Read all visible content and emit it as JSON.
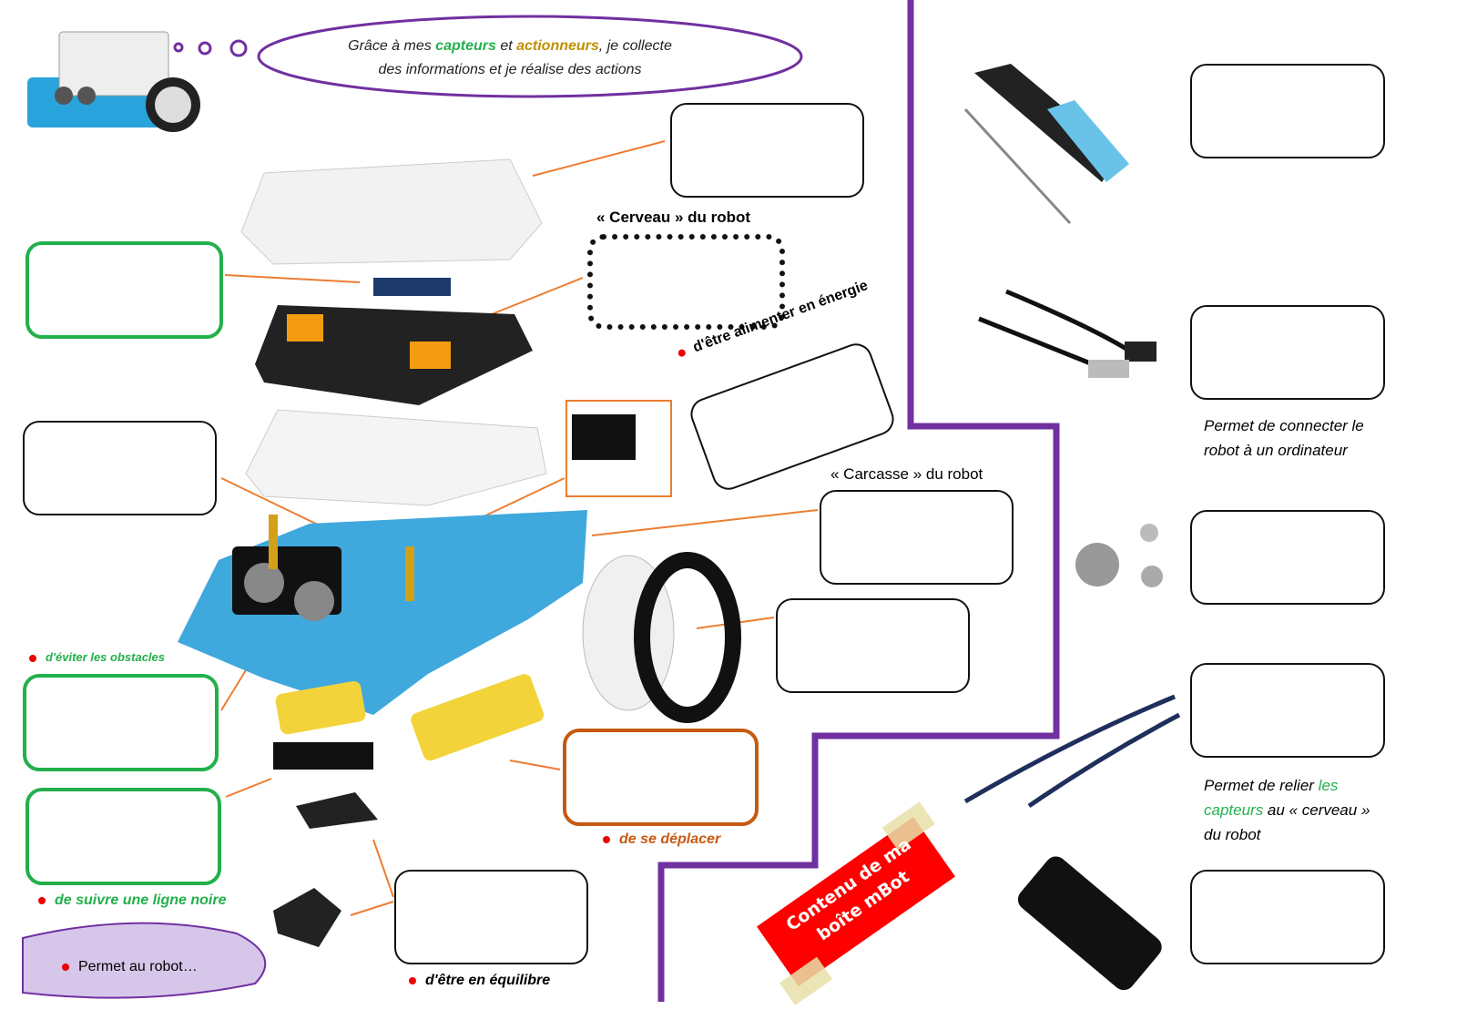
{
  "bubble": {
    "part1": "Grâce à mes ",
    "capteurs": "capteurs",
    "part2": " et ",
    "actionneurs": "actionneurs",
    "part3": ", je collecte",
    "line2": "des informations et je réalise des actions"
  },
  "labels": {
    "cerveau": "« Cerveau » du robot",
    "carcasse": "« Carcasse » du robot",
    "energie": "d'être alimenter en énergie",
    "obstacles": "d'éviter les obstacles",
    "ligne": "de suivre une ligne noire",
    "deplacer": "de se déplacer",
    "equilibre": "d'être en équilibre",
    "permet_robot": "Permet au robot…",
    "usb_line1": "Permet de connecter le",
    "usb_line2": "robot à un ordinateur",
    "rj_line1": "Permet de relier ",
    "rj_les": "les",
    "rj_capteurs": "capteurs",
    "rj_line2": " au « cerveau »",
    "rj_line3": "du robot"
  },
  "tape": {
    "line1": "Contenu de ma",
    "line2": "boîte mBot"
  },
  "colors": {
    "purple": "#7030a0",
    "green": "#22b04b",
    "orange": "#c55a11",
    "gold": "#bf9000",
    "red": "#ff0000"
  }
}
